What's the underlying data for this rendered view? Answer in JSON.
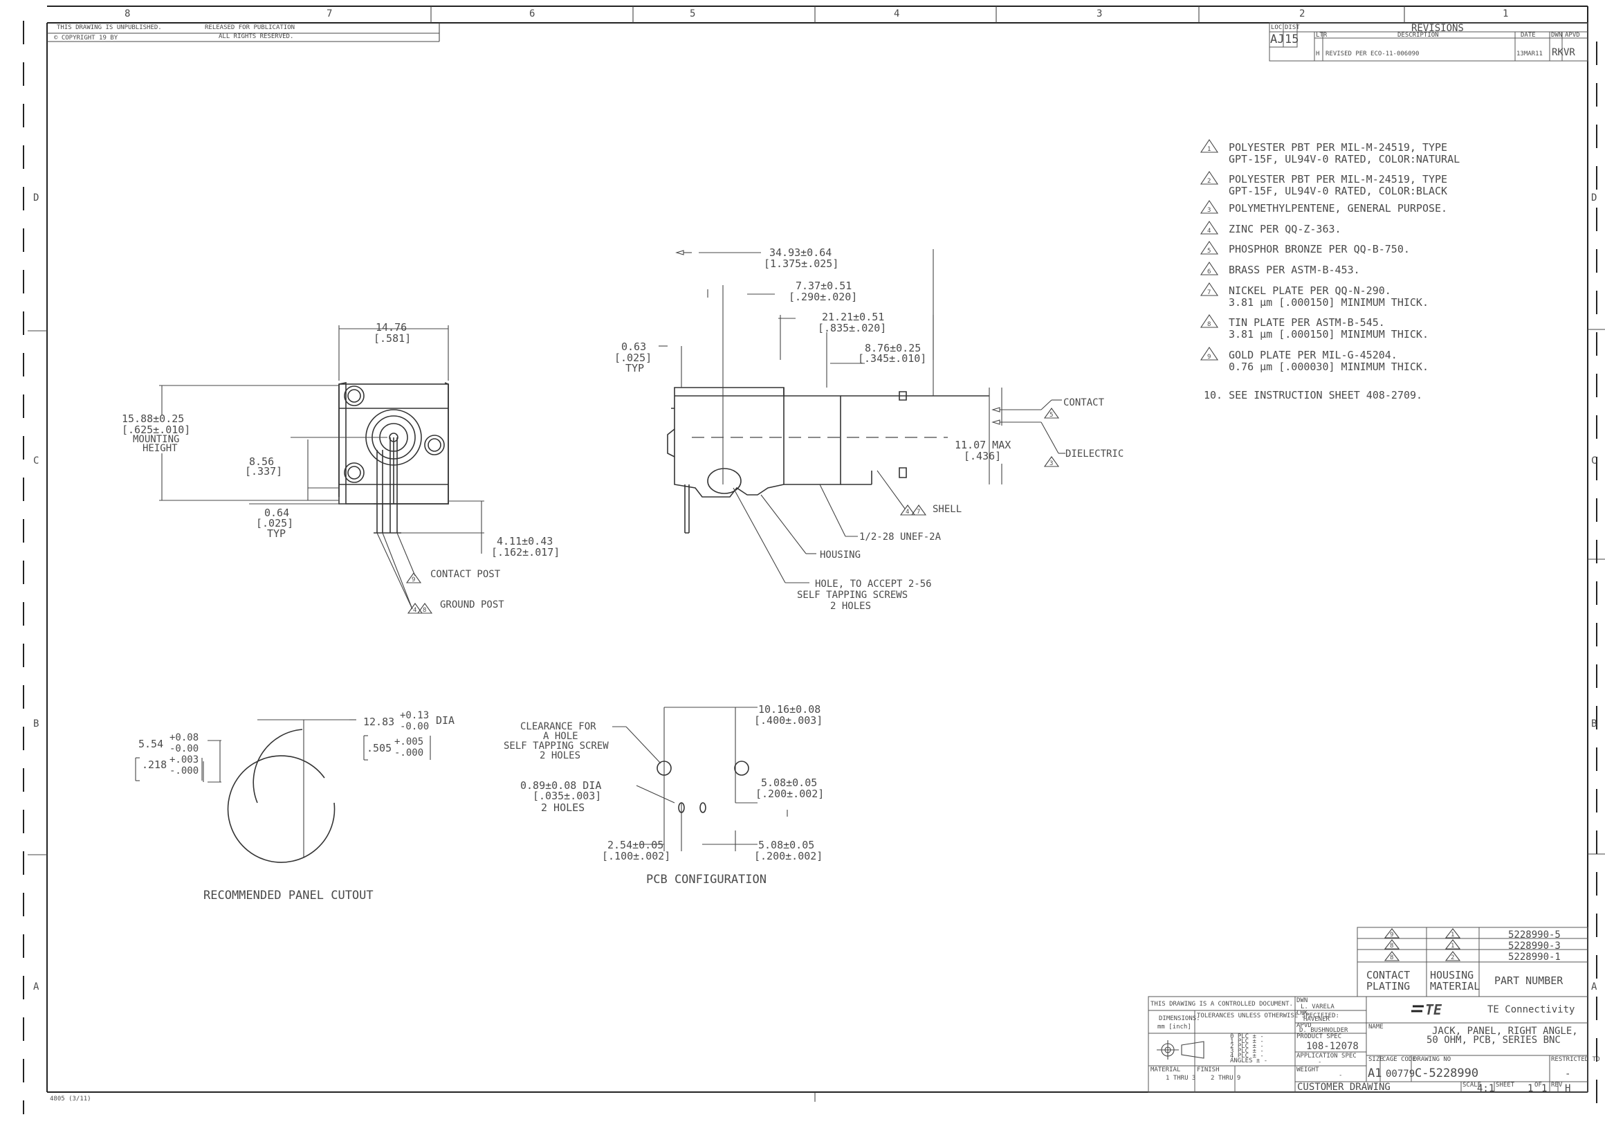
{
  "border": {
    "columns": [
      "8",
      "7",
      "6",
      "5",
      "4",
      "3",
      "2",
      "1"
    ],
    "rows": [
      "D",
      "C",
      "B",
      "A"
    ],
    "form_code": "4805 (3/11)"
  },
  "revisions": {
    "title": "REVISIONS",
    "loc_label": "LOC",
    "dist_label": "DIST",
    "loc": "AJ",
    "dist": "15",
    "headers": [
      "LTR",
      "DESCRIPTION",
      "DATE",
      "DWN",
      "APVD"
    ],
    "row": {
      "ltr": "H",
      "desc": "REVISED PER ECO-11-006090",
      "date": "13MAR11",
      "dwn": "RK",
      "apvd": "VR"
    }
  },
  "header_left": {
    "line1": "THIS DRAWING IS UNPUBLISHED.",
    "line2": "RELEASED FOR PUBLICATION",
    "line3": "ALL RIGHTS RESERVED.",
    "copyright": "© COPYRIGHT  19  BY"
  },
  "notes": [
    {
      "num": "1",
      "lines": [
        "POLYESTER PBT PER MIL-M-24519, TYPE",
        "GPT-15F, UL94V-0 RATED, COLOR:NATURAL"
      ]
    },
    {
      "num": "2",
      "lines": [
        "POLYESTER PBT PER MIL-M-24519, TYPE",
        "GPT-15F, UL94V-0 RATED, COLOR:BLACK"
      ]
    },
    {
      "num": "3",
      "lines": [
        "POLYMETHYLPENTENE, GENERAL PURPOSE."
      ]
    },
    {
      "num": "4",
      "lines": [
        "ZINC PER QQ-Z-363."
      ]
    },
    {
      "num": "5",
      "lines": [
        "PHOSPHOR BRONZE PER QQ-B-750."
      ]
    },
    {
      "num": "6",
      "lines": [
        "BRASS PER ASTM-B-453."
      ]
    },
    {
      "num": "7",
      "lines": [
        "NICKEL PLATE PER QQ-N-290.",
        "3.81 μm [.000150] MINIMUM THICK."
      ]
    },
    {
      "num": "8",
      "lines": [
        "TIN PLATE PER ASTM-B-545.",
        "3.81 μm [.000150] MINIMUM THICK."
      ]
    },
    {
      "num": "9",
      "lines": [
        "GOLD PLATE PER MIL-G-45204.",
        "0.76 μm [.000030] MINIMUM THICK."
      ]
    }
  ],
  "note10": "10. SEE INSTRUCTION SHEET 408-2709.",
  "front_view": {
    "width_mm": "14.76",
    "width_in": "[.581]",
    "height_mm": "15.88±0.25",
    "height_in": "[.625±.010]",
    "height_label1": "MOUNTING",
    "height_label2": "HEIGHT",
    "offset_mm": "8.56",
    "offset_in": "[.337]",
    "post_mm": "0.64",
    "post_in": "[.025]",
    "post_typ": "TYP",
    "lead_mm": "4.11±0.43",
    "lead_in": "[.162±.017]",
    "contact_post": "CONTACT POST",
    "ground_post": "GROUND POST",
    "contact_post_note": "9",
    "ground_post_notes": [
      "4",
      "8"
    ]
  },
  "side_view": {
    "overall_mm": "34.93±0.64",
    "overall_in": "[1.375±.025]",
    "d1_mm": "7.37±0.51",
    "d1_in": "[.290±.020]",
    "d2_mm": "21.21±0.51",
    "d2_in": "[.835±.020]",
    "d3_mm": "8.76±0.25",
    "d3_in": "[.345±.010]",
    "pin_mm": "0.63",
    "pin_in": "[.025]",
    "pin_typ": "TYP",
    "max_mm": "11.07 MAX",
    "max_in": "[.436]",
    "contact": "CONTACT",
    "contact_note": "5",
    "dielectric": "DIELECTRIC",
    "dielectric_note": "3",
    "shell": "SHELL",
    "shell_notes": [
      "4",
      "7"
    ],
    "thread": "1/2-28 UNEF-2A",
    "housing": "HOUSING",
    "hole1": "HOLE, TO ACCEPT 2-56",
    "hole2": "SELF TAPPING SCREWS",
    "hole3": "2 HOLES"
  },
  "panel_cutout": {
    "title": "RECOMMENDED PANEL CUTOUT",
    "flat_mm": "5.54",
    "flat_mm_tol_plus": "+0.08",
    "flat_mm_tol_minus": "-0.00",
    "flat_in": ".218",
    "flat_in_tol_plus": "+.003",
    "flat_in_tol_minus": "-.000",
    "dia_mm": "12.83",
    "dia_mm_tol_plus": "+0.13",
    "dia_mm_tol_minus": "-0.00",
    "dia_label": "DIA",
    "dia_in": ".505",
    "dia_in_tol_plus": "+.005",
    "dia_in_tol_minus": "-.000"
  },
  "pcb": {
    "title": "PCB CONFIGURATION",
    "clear1": "CLEARANCE FOR",
    "clear2": "A HOLE",
    "clear3": "SELF TAPPING SCREW",
    "clear4": "2 HOLES",
    "hole_mm": "0.89±0.08 DIA",
    "hole_in": "[.035±.003]",
    "hole_count": "2 HOLES",
    "top_mm": "10.16±0.08",
    "top_in": "[.400±.003]",
    "right_mm": "5.08±0.05",
    "right_in": "[.200±.002]",
    "bot_mm": "5.08±0.05",
    "bot_in": "[.200±.002]",
    "left_mm": "2.54±0.05",
    "left_in": "[.100±.002]"
  },
  "part_table": {
    "rows": [
      {
        "plating": "9",
        "housing": "1",
        "part": "5228990-5"
      },
      {
        "plating": "8",
        "housing": "1",
        "part": "5228990-3"
      },
      {
        "plating": "8",
        "housing": "2",
        "part": "5228990-1"
      }
    ],
    "h_plating1": "CONTACT",
    "h_plating2": "PLATING",
    "h_housing1": "HOUSING",
    "h_housing2": "MATERIAL",
    "h_part": "PART NUMBER"
  },
  "title_block": {
    "controlled": "THIS DRAWING IS A CONTROLLED DOCUMENT.",
    "dims_label": "DIMENSIONS:",
    "dims_units": "mm [inch]",
    "tol_label": "TOLERANCES UNLESS OTHERWISE SPECIFIED:",
    "tol_values": [
      "0 PLC ±  -",
      "1 PLC ±  -",
      "2 PLC ±  -",
      "3 PLC ±  -",
      "4 PLC ±  -",
      "ANGLES ±  -"
    ],
    "material_label": "MATERIAL",
    "material_value": "1 THRU 3",
    "finish_label": "FINISH",
    "finish_value": "2 THRU 9",
    "dwn_label": "DWN",
    "dwn_name": "L. VARELA",
    "chk_label": "CHK",
    "chk_name": "HAVENER",
    "appvd_label": "APVD",
    "appvd_name": "D. BUSHNOLDER",
    "spec_label": "PRODUCT SPEC",
    "spec_value": "108-12078",
    "app_label": "APPLICATION SPEC",
    "app_value": "-",
    "weight_label": "WEIGHT",
    "weight_value": "-",
    "company": "TE Connectivity",
    "logo": "TE",
    "name_label": "NAME",
    "name1": "JACK, PANEL, RIGHT ANGLE,",
    "name2": "50 OHM, PCB, SERIES BNC",
    "size_label": "SIZE",
    "size": "A1",
    "cage_label": "CAGE CODE",
    "cage": "00779",
    "dwg_label": "DRAWING NO",
    "dwg": "C-5228990",
    "rest_label": "RESTRICTED TO",
    "rest": "-",
    "customer": "CUSTOMER DRAWING",
    "scale_label": "SCALE",
    "scale": "4:1",
    "sheet_label": "SHEET",
    "sheet": "1",
    "of_label": "OF",
    "of": "1",
    "rev_label": "REV",
    "rev": "H"
  }
}
